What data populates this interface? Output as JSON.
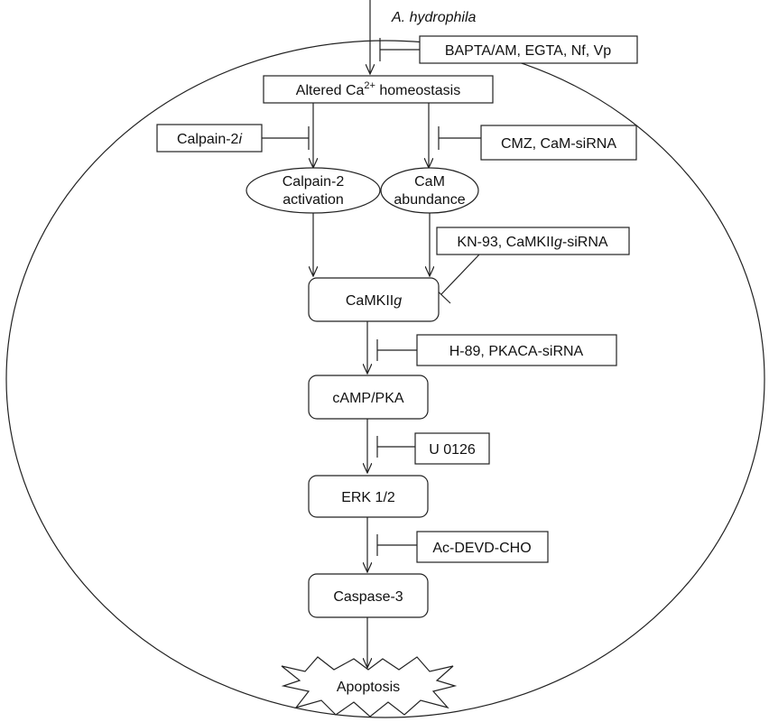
{
  "organism": "A. hydrophila",
  "nodes": {
    "altered_ca": {
      "prefix": "Altered Ca",
      "sup": "2+",
      "suffix": " homeostasis"
    },
    "calpain2_activation": {
      "line1": "Calpain-2",
      "line2": "activation"
    },
    "cam_abundance": {
      "line1": "CaM",
      "line2": "abundance"
    },
    "camkii": {
      "prefix": "CaMKII",
      "italic": "g"
    },
    "camp_pka": {
      "text": "cAMP/PKA"
    },
    "erk": {
      "text": "ERK 1/2"
    },
    "caspase3": {
      "text": "Caspase-3"
    },
    "apoptosis": {
      "text": "Apoptosis"
    }
  },
  "inhibitors": {
    "bapta": {
      "text": "BAPTA/AM, EGTA, Nf, Vp"
    },
    "calpain2i": {
      "prefix": "Calpain-2",
      "italic": "i"
    },
    "cmz": {
      "text": "CMZ, CaM-siRNA"
    },
    "kn93": {
      "prefix": "KN-93, CaMKII",
      "italic": "g",
      "suffix": "-siRNA"
    },
    "h89": {
      "text": "H-89, PKACA-siRNA"
    },
    "u0126": {
      "text": "U 0126"
    },
    "acdevd": {
      "text": "Ac-DEVD-CHO"
    }
  },
  "colors": {
    "stroke": "#222222",
    "text": "#111111",
    "background": "#ffffff"
  }
}
